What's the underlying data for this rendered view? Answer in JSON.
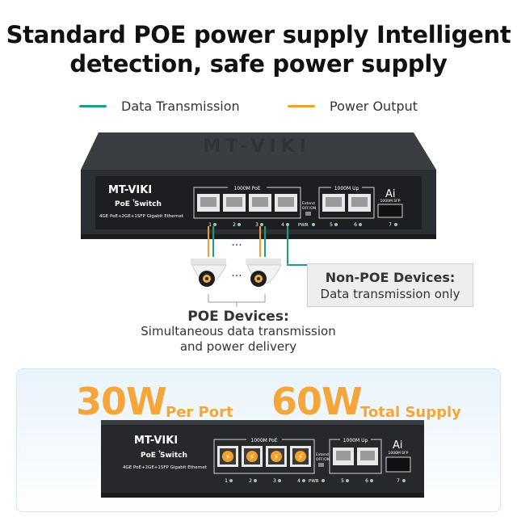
{
  "headline": {
    "line1": "Standard POE power supply Intelligent",
    "line2": "detection, safe power supply"
  },
  "legend": {
    "data_label": "Data Transmission",
    "power_label": "Power Output",
    "data_color": "#1a9e8b",
    "power_color": "#f0a12a"
  },
  "device": {
    "brand": "MT-VIKI",
    "model_prefix": "PoE",
    "model_plus": "+",
    "model_suffix": " Switch",
    "spec": "4GE PoE+2GE+1SFP Gigabit Ethernet",
    "group_poe": "1000M PoE",
    "group_up": "1000M Up",
    "group_sfp": "1000M SFP",
    "ai": "Ai",
    "extend_line1": "Extend",
    "extend_line2": "OFF/ON",
    "pwr": "PWR",
    "ports": [
      "1",
      "2",
      "3",
      "4",
      "5",
      "6",
      "7"
    ],
    "top_logo": "MT-VIKI"
  },
  "diagram": {
    "dots_top": "···",
    "dots_mid": "···"
  },
  "non_poe": {
    "title": "Non-POE Devices:",
    "subtitle": "Data transmission only"
  },
  "poe_devices": {
    "title": "POE Devices:",
    "line1": "Simultaneous data transmission",
    "line2": "and power delivery"
  },
  "power": {
    "per_port_value": "30W",
    "per_port_label": "Per Port",
    "total_value": "60W",
    "total_label": "Total Supply"
  }
}
